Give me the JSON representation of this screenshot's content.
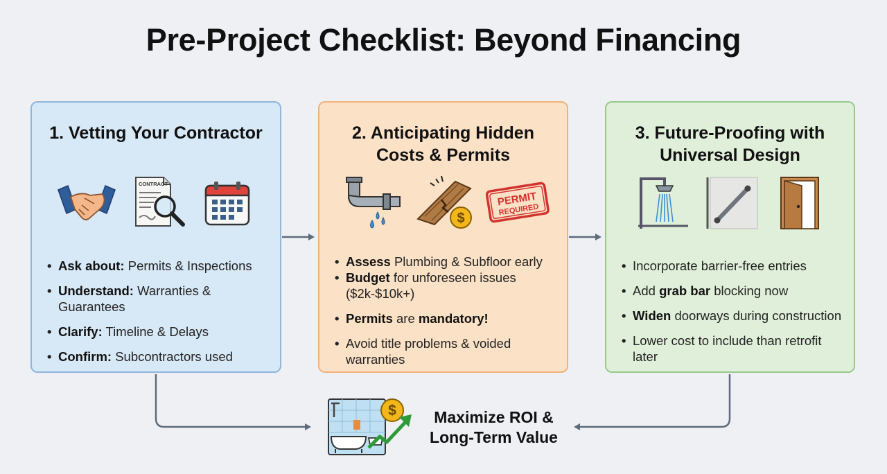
{
  "title": "Pre-Project Checklist: Beyond Financing",
  "cards": [
    {
      "title_lines": [
        "1. Vetting Your Contractor"
      ],
      "icons": [
        "handshake-icon",
        "contract-magnifier-icon",
        "calendar-icon"
      ],
      "contract_label": "CONTRACT",
      "bullets": [
        {
          "bold": "Ask about:",
          "rest": " Permits & Inspections"
        },
        {
          "bold": "Understand:",
          "rest": " Warranties & Guarantees"
        },
        {
          "bold": "Clarify:",
          "rest": " Timeline & Delays"
        },
        {
          "bold": "Confirm:",
          "rest": " Subcontractors used"
        }
      ]
    },
    {
      "title_lines": [
        "2. Anticipating Hidden",
        "Costs & Permits"
      ],
      "icons": [
        "leaking-pipe-icon",
        "damaged-subfloor-icon",
        "permit-stamp-icon"
      ],
      "dollar_sign": "$",
      "stamp_line1": "PERMIT",
      "stamp_line2": "REQUIRED",
      "bullets": [
        {
          "bold": "Assess",
          "rest": " Plumbing & Subfloor early"
        },
        {
          "bold": "Budget",
          "rest": " for unforeseen issues ($2k-$10k+)"
        },
        {
          "bold": "Permits",
          "rest": " are ",
          "bold2": "mandatory!"
        },
        {
          "bold": "",
          "rest": "Avoid title problems & voided warranties"
        }
      ]
    },
    {
      "title_lines": [
        "3. Future-Proofing with",
        "Universal Design"
      ],
      "icons": [
        "walk-in-shower-icon",
        "grab-bar-icon",
        "wide-doorway-icon"
      ],
      "bullets": [
        {
          "bold": "",
          "rest": "Incorporate barrier-free entries"
        },
        {
          "pre": "Add ",
          "bold": "grab bar",
          "rest": " blocking now"
        },
        {
          "bold": "Widen",
          "rest": " doorways during construction"
        },
        {
          "bold": "",
          "rest": "Lower cost to include than retrofit later"
        }
      ]
    }
  ],
  "outcome": {
    "line1": "Maximize ROI &",
    "line2": "Long-Term Value",
    "icon": "bathroom-roi-icon",
    "dollar_sign": "$"
  },
  "colors": {
    "card1_bg": "#d7e8f6",
    "card1_border": "#8fb6dc",
    "card2_bg": "#fbe1c6",
    "card2_border": "#f0b27d",
    "card3_bg": "#e0efd9",
    "card3_border": "#97c98d",
    "connector": "#5f6b78",
    "background": "#eef0f4"
  }
}
